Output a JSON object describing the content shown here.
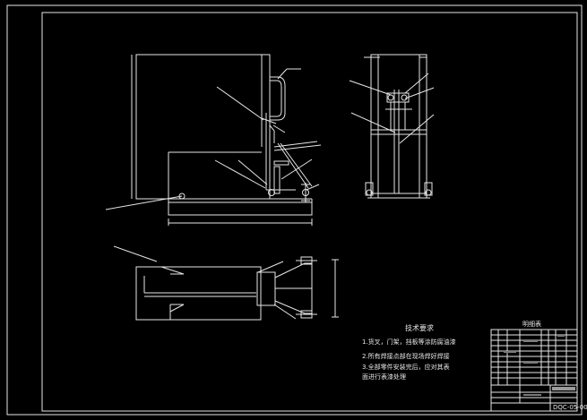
{
  "notes": {
    "title": "技术要求",
    "lines": [
      "1.货叉，门架，挡板等涂防腐油漆",
      "2.所有焊接点部在现场焊好焊接",
      "3.全部零件安装完后，应对其表",
      "面进行表漆处理"
    ]
  },
  "bom_title": "明细表",
  "drawing_number": "DQC-05-00",
  "colors": {
    "background": "#000000",
    "line": "#e6e6e6"
  }
}
